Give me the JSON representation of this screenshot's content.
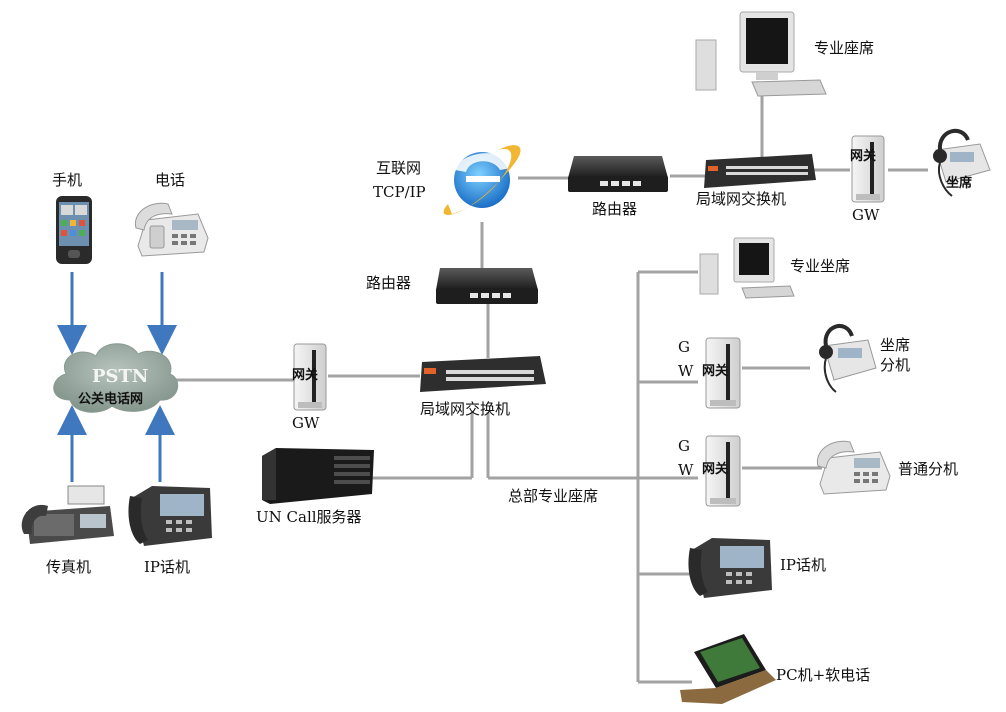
{
  "colors": {
    "line": "#a3a3a3",
    "arrow": "#3f78be",
    "cloud_fill": "#8a9b92",
    "device_dark": "#2b2b2b",
    "switch_orange": "#e2622a"
  },
  "pstn_cluster": {
    "mobile_label": "手机",
    "phone_label": "电话",
    "cloud_title": "PSTN",
    "cloud_subtitle": "公关电话网",
    "fax_label": "传真机",
    "ipphone_label": "IP话机"
  },
  "gw_left": {
    "device_text": "网关",
    "label": "GW"
  },
  "core": {
    "internet_label": "互联网",
    "internet_proto": "TCP/IP",
    "router_top_label": "路由器",
    "router_mid_label": "路由器",
    "lan_switch_label": "局域网交换机",
    "server_label": "UN Call服务器",
    "hq_label": "总部专业座席"
  },
  "branch": {
    "switch_label": "局域网交换机",
    "pc_label": "专业座席",
    "gw_device_text": "网关",
    "gw_label": "GW",
    "headset_label": "坐席"
  },
  "hq_endpoints": {
    "pc_label": "专业坐席",
    "gw_letter_g": "G",
    "gw_letter_w": "W",
    "gw_device_text": "网关",
    "headset_label_line1": "坐席",
    "headset_label_line2": "分机",
    "phone_label": "普通分机",
    "ipphone_label": "IP话机",
    "laptop_label": "PC机+软电话"
  }
}
